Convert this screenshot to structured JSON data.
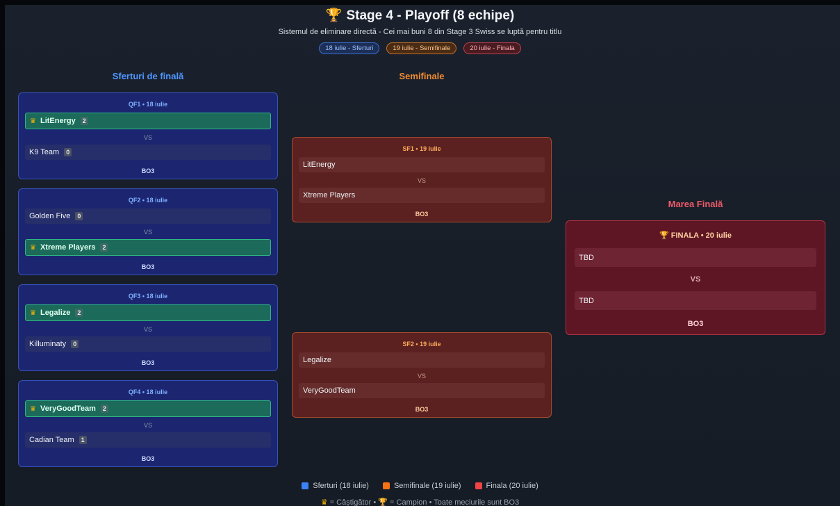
{
  "header": {
    "title": "Stage 4 - Playoff (8 echipe)",
    "subtitle": "Sistemul de eliminare directă - Cei mai buni 8 din Stage 3 Swiss se luptă pentru titlu",
    "badges": [
      "18 iulie - Sferturi",
      "19 iulie - Semifinale",
      "20 iulie - Finala"
    ]
  },
  "columns": {
    "quarterfinals": "Sferturi de finală",
    "semifinals": "Semifinale",
    "final": "Marea Finală"
  },
  "vs_label": "VS",
  "quarterfinals": [
    {
      "label": "QF1 • 18 iulie",
      "team1": {
        "name": "LitEnergy",
        "score": "2"
      },
      "team2": {
        "name": "K9 Team",
        "score": "0"
      },
      "format": "BO3"
    },
    {
      "label": "QF2 • 18 iulie",
      "team1": {
        "name": "Golden Five",
        "score": "0"
      },
      "team2": {
        "name": "Xtreme Players",
        "score": "2"
      },
      "format": "BO3"
    },
    {
      "label": "QF3 • 18 iulie",
      "team1": {
        "name": "Legalize",
        "score": "2"
      },
      "team2": {
        "name": "Killuminaty",
        "score": "0"
      },
      "format": "BO3"
    },
    {
      "label": "QF4 • 18 iulie",
      "team1": {
        "name": "VeryGoodTeam",
        "score": "2"
      },
      "team2": {
        "name": "Cadian Team",
        "score": "1"
      },
      "format": "BO3"
    }
  ],
  "semifinals": [
    {
      "label": "SF1 • 19 iulie",
      "team1": "LitEnergy",
      "team2": "Xtreme Players",
      "format": "BO3"
    },
    {
      "label": "SF2 • 19 iulie",
      "team1": "Legalize",
      "team2": "VeryGoodTeam",
      "format": "BO3"
    }
  ],
  "final": {
    "label": "FINALA • 20 iulie",
    "team1": "TBD",
    "team2": "TBD",
    "format": "BO3"
  },
  "legend": {
    "items": [
      {
        "label": "Sferturi (18 iulie)",
        "color": "#3b82f6"
      },
      {
        "label": "Semifinale (19 iulie)",
        "color": "#f97316"
      },
      {
        "label": "Finala (20 iulie)",
        "color": "#ef4444"
      }
    ],
    "footnote": "= Câștigător • 🏆 = Campion • Toate meciurile sunt BO3"
  }
}
